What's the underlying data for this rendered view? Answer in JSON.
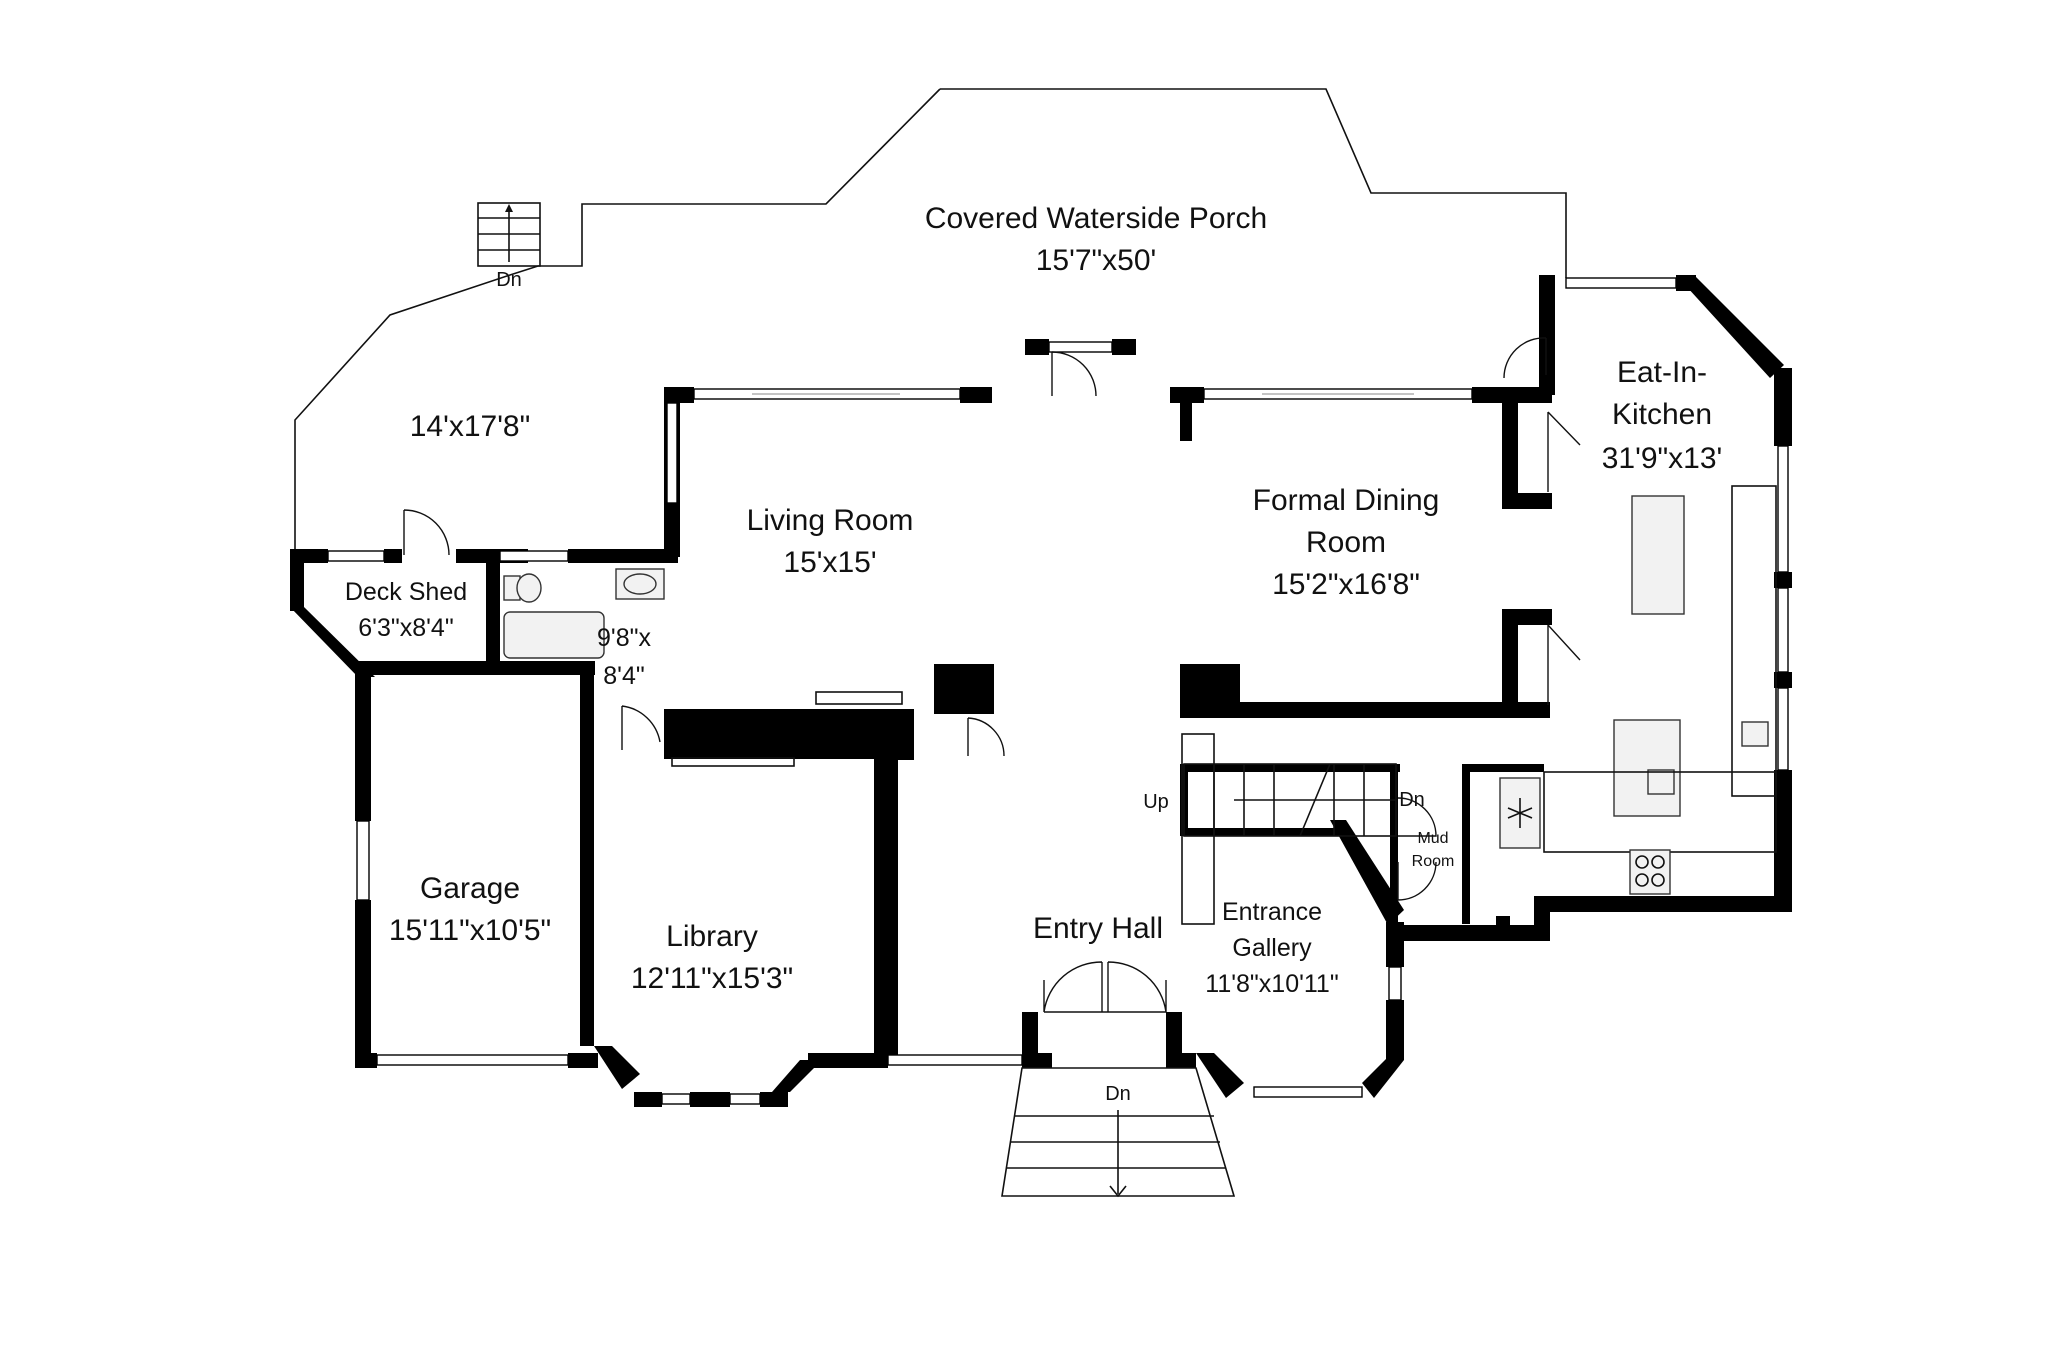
{
  "floor_plan": {
    "rooms": {
      "porch": {
        "name": "Covered Waterside Porch",
        "size": "15'7\"x50'"
      },
      "porch_side": {
        "size": "14'x17'8\""
      },
      "deck_shed": {
        "name": "Deck Shed",
        "size": "6'3\"x8'4\""
      },
      "bath": {
        "size_line1": "9'8\"x",
        "size_line2": "8'4\""
      },
      "living": {
        "name": "Living Room",
        "size": "15'x15'"
      },
      "dining": {
        "name_line1": "Formal Dining",
        "name_line2": "Room",
        "size": "15'2\"x16'8\""
      },
      "kitchen": {
        "name_line1": "Eat-In-",
        "name_line2": "Kitchen",
        "size": "31'9\"x13'"
      },
      "garage": {
        "name": "Garage",
        "size": "15'11\"x10'5\""
      },
      "library": {
        "name": "Library",
        "size": "12'11\"x15'3\""
      },
      "entry": {
        "name": "Entry Hall"
      },
      "gallery": {
        "name_line1": "Entrance",
        "name_line2": "Gallery",
        "size": "11'8\"x10'11\""
      },
      "mud": {
        "name_line1": "Mud",
        "name_line2": "Room"
      }
    },
    "stairs": {
      "porch_stairs": "Dn",
      "front_stairs": "Dn",
      "interior_up": "Up",
      "interior_down": "Dn"
    }
  }
}
